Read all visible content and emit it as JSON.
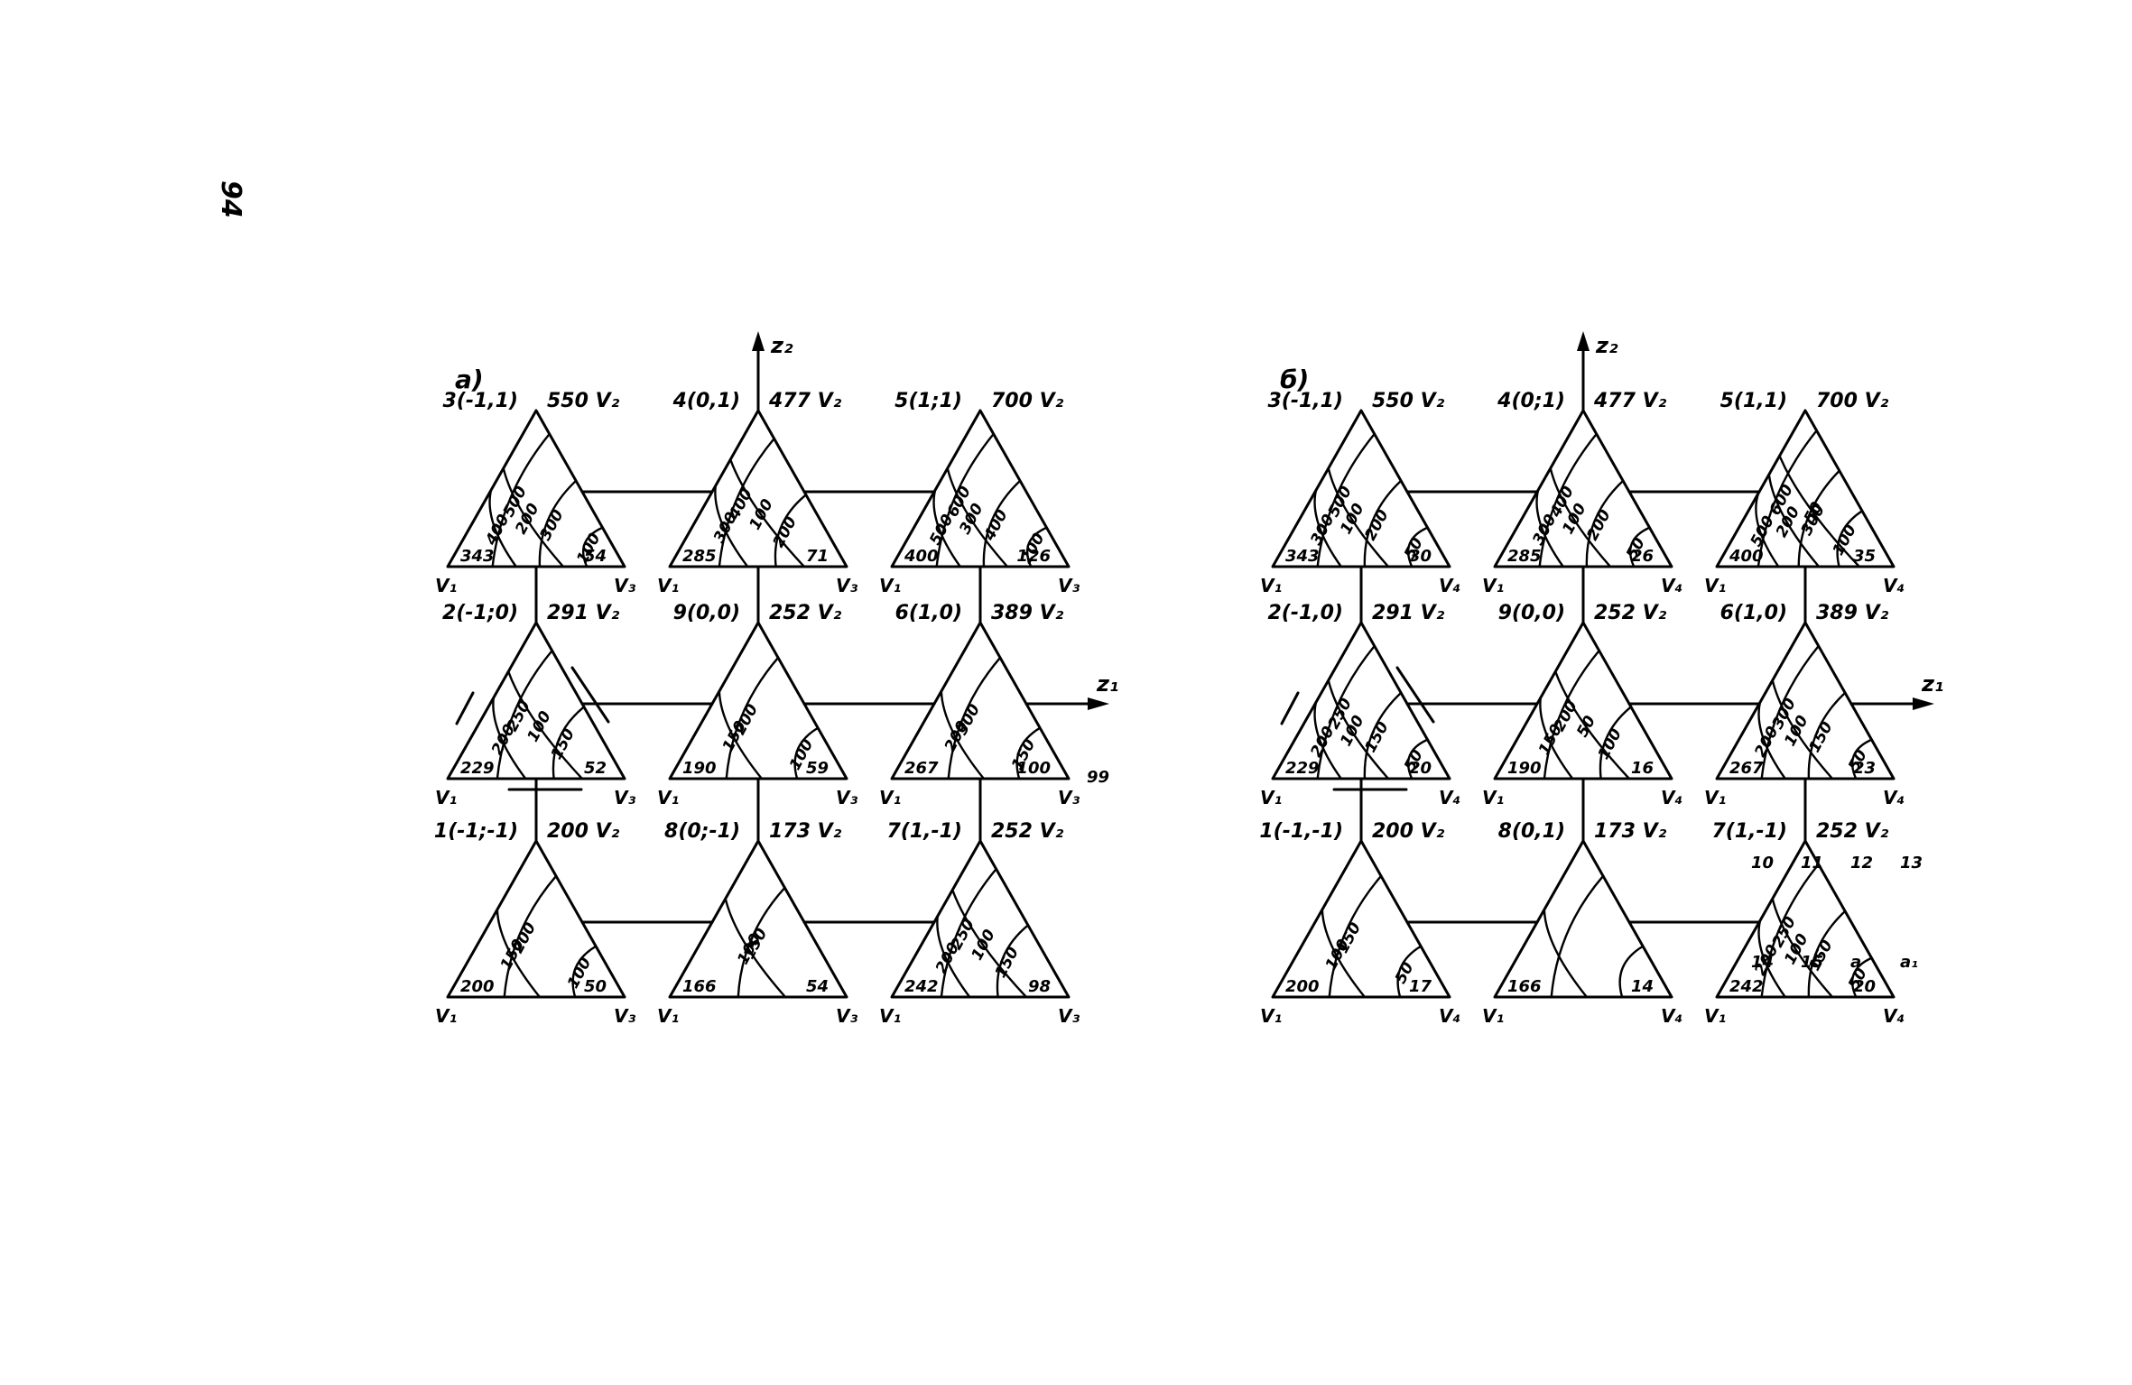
{
  "page_number": "94",
  "panels": [
    {
      "id": "a",
      "label": "а)",
      "axis_x": "z₁",
      "axis_y": "z₂",
      "cells": [
        {
          "row": 0,
          "col": 0,
          "id": "3(-1,1)",
          "top": "550",
          "top_v": "V₂",
          "left_v": "V₁",
          "right_v": "V₃",
          "left_val": "343",
          "right_val": "54",
          "isolines": [
            "500",
            "400",
            "300",
            "200",
            "100"
          ]
        },
        {
          "row": 0,
          "col": 1,
          "id": "4(0,1)",
          "top": "477",
          "top_v": "V₂",
          "left_v": "V₁",
          "right_v": "V₃",
          "left_val": "285",
          "right_val": "71",
          "isolines": [
            "400",
            "300",
            "200",
            "100"
          ]
        },
        {
          "row": 0,
          "col": 2,
          "id": "5(1;1)",
          "top": "700",
          "top_v": "V₂",
          "left_v": "V₁",
          "right_v": "V₃",
          "left_val": "400",
          "right_val": "126",
          "isolines": [
            "600",
            "500",
            "400",
            "300",
            "200"
          ]
        },
        {
          "row": 1,
          "col": 0,
          "id": "2(-1;0)",
          "top": "291",
          "top_v": "V₂",
          "left_v": "V₁",
          "right_v": "V₃",
          "left_val": "229",
          "right_val": "52",
          "isolines": [
            "250",
            "200",
            "150",
            "100"
          ]
        },
        {
          "row": 1,
          "col": 1,
          "id": "9(0,0)",
          "top": "252",
          "top_v": "V₂",
          "left_v": "V₁",
          "right_v": "V₃",
          "left_val": "190",
          "right_val": "59",
          "isolines": [
            "200",
            "150",
            "100"
          ]
        },
        {
          "row": 1,
          "col": 2,
          "id": "6(1,0)",
          "top": "389",
          "top_v": "V₂",
          "left_v": "V₁",
          "right_v": "V₃",
          "left_val": "267",
          "right_val": "100",
          "isolines": [
            "300",
            "200",
            "150"
          ]
        },
        {
          "row": 2,
          "col": 0,
          "id": "1(-1;-1)",
          "top": "200",
          "top_v": "V₂",
          "left_v": "V₁",
          "right_v": "V₃",
          "left_val": "200",
          "right_val": "50",
          "isolines": [
            "200",
            "150",
            "100"
          ]
        },
        {
          "row": 2,
          "col": 1,
          "id": "8(0;-1)",
          "top": "173",
          "top_v": "V₂",
          "left_v": "V₁",
          "right_v": "V₃",
          "left_val": "166",
          "right_val": "54",
          "isolines": [
            "150",
            "100"
          ]
        },
        {
          "row": 2,
          "col": 2,
          "id": "7(1,-1)",
          "top": "252",
          "top_v": "V₂",
          "left_v": "V₁",
          "right_v": "V₃",
          "left_val": "242",
          "right_val": "98",
          "isolines": [
            "250",
            "200",
            "150",
            "100"
          ]
        }
      ],
      "extra_labels": [
        "99"
      ]
    },
    {
      "id": "b",
      "label": "б)",
      "axis_x": "z₁",
      "axis_y": "z₂",
      "cells": [
        {
          "row": 0,
          "col": 0,
          "id": "3(-1,1)",
          "top": "550",
          "top_v": "V₂",
          "left_v": "V₁",
          "right_v": "V₄",
          "left_val": "343",
          "right_val": "30",
          "isolines": [
            "500",
            "300",
            "200",
            "100",
            "50"
          ]
        },
        {
          "row": 0,
          "col": 1,
          "id": "4(0;1)",
          "top": "477",
          "top_v": "V₂",
          "left_v": "V₁",
          "right_v": "V₄",
          "left_val": "285",
          "right_val": "26",
          "isolines": [
            "400",
            "300",
            "200",
            "100",
            "50"
          ]
        },
        {
          "row": 0,
          "col": 2,
          "id": "5(1,1)",
          "top": "700",
          "top_v": "V₂",
          "left_v": "V₁",
          "right_v": "V₄",
          "left_val": "400",
          "right_val": "35",
          "isolines": [
            "600",
            "500",
            "300",
            "200",
            "100",
            "50"
          ]
        },
        {
          "row": 1,
          "col": 0,
          "id": "2(-1,0)",
          "top": "291",
          "top_v": "V₂",
          "left_v": "V₁",
          "right_v": "V₄",
          "left_val": "229",
          "right_val": "20",
          "isolines": [
            "250",
            "200",
            "150",
            "100",
            "50"
          ]
        },
        {
          "row": 1,
          "col": 1,
          "id": "9(0,0)",
          "top": "252",
          "top_v": "V₂",
          "left_v": "V₁",
          "right_v": "V₄",
          "left_val": "190",
          "right_val": "16",
          "isolines": [
            "200",
            "150",
            "100",
            "50"
          ]
        },
        {
          "row": 1,
          "col": 2,
          "id": "6(1,0)",
          "top": "389",
          "top_v": "V₂",
          "left_v": "V₁",
          "right_v": "V₄",
          "left_val": "267",
          "right_val": "23",
          "isolines": [
            "300",
            "200",
            "150",
            "100",
            "50"
          ]
        },
        {
          "row": 2,
          "col": 0,
          "id": "1(-1,-1)",
          "top": "200",
          "top_v": "V₂",
          "left_v": "V₁",
          "right_v": "V₄",
          "left_val": "200",
          "right_val": "17",
          "isolines": [
            "150",
            "100",
            "50"
          ]
        },
        {
          "row": 2,
          "col": 1,
          "id": "8(0,1)",
          "top": "173",
          "top_v": "V₂",
          "left_v": "V₁",
          "right_v": "V₄",
          "left_val": "166",
          "right_val": "14",
          "isolines": []
        },
        {
          "row": 2,
          "col": 2,
          "id": "7(1,-1)",
          "top": "252",
          "top_v": "V₂",
          "left_v": "V₁",
          "right_v": "V₄",
          "left_val": "242",
          "right_val": "20",
          "isolines": [
            "250",
            "200",
            "150",
            "100",
            "50"
          ]
        }
      ],
      "extra_labels": [
        "10",
        "11",
        "12",
        "13",
        "14",
        "15",
        "a",
        "a₁"
      ]
    }
  ]
}
